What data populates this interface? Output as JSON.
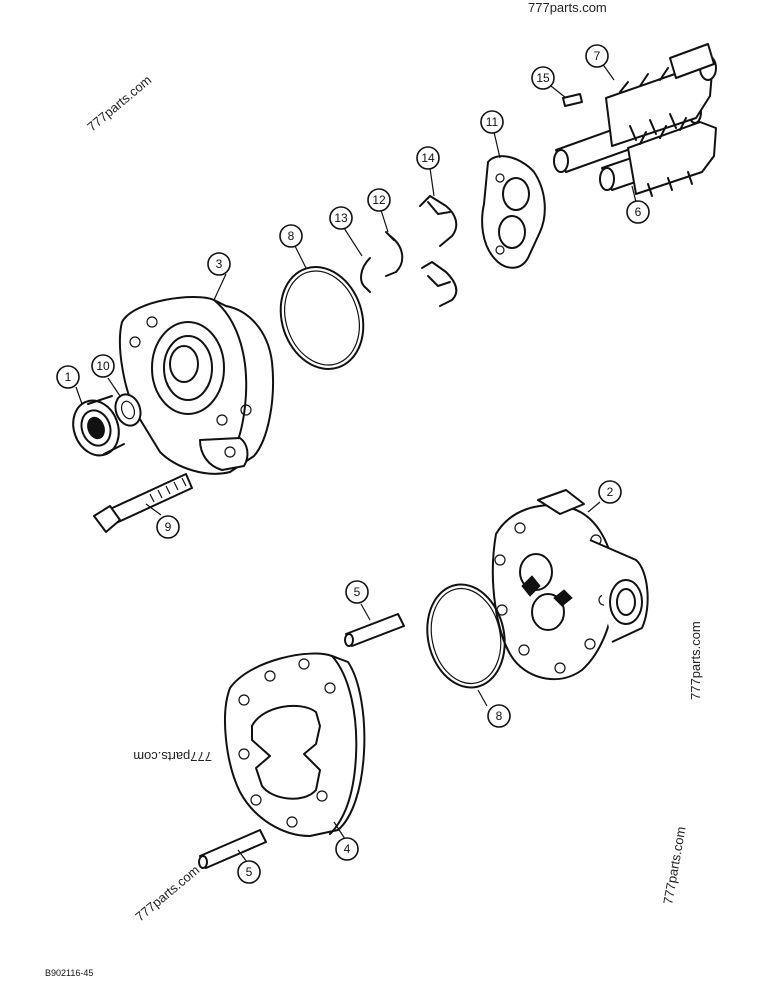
{
  "watermarks": [
    {
      "text": "777parts.com"
    },
    {
      "text": "777parts.com"
    },
    {
      "text": "777parts.com"
    },
    {
      "text": "777parts.com"
    },
    {
      "text": "777parts.com"
    },
    {
      "text": "777parts.com"
    }
  ],
  "figure_code": "B902116-45",
  "callouts": [
    {
      "label": "7"
    },
    {
      "label": "15"
    },
    {
      "label": "11"
    },
    {
      "label": "14"
    },
    {
      "label": "6"
    },
    {
      "label": "13"
    },
    {
      "label": "12"
    },
    {
      "label": "8"
    },
    {
      "label": "3"
    },
    {
      "label": "1"
    },
    {
      "label": "10"
    },
    {
      "label": "9"
    },
    {
      "label": "2"
    },
    {
      "label": "5"
    },
    {
      "label": "8"
    },
    {
      "label": "4"
    },
    {
      "label": "5"
    }
  ]
}
